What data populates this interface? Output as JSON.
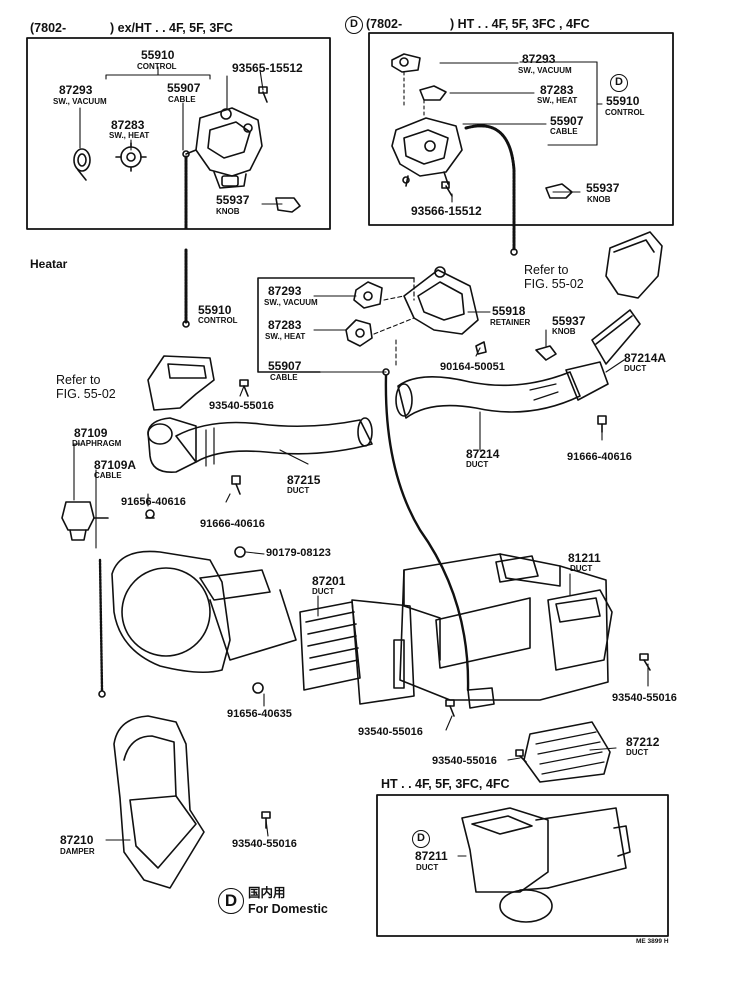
{
  "box_left": {
    "header_prefix": "(7802-",
    "header_suffix": ") ex/HT . . 4F, 5F, 3FC",
    "p55910_num": "55910",
    "p55910_sub": "CONTROL",
    "p93565": "93565-15512",
    "p87293_num": "87293",
    "p87293_sub": "SW., VACUUM",
    "p55907_num": "55907",
    "p55907_sub": "CABLE",
    "p87283_num": "87283",
    "p87283_sub": "SW., HEAT",
    "p55937_num": "55937",
    "p55937_sub": "KNOB"
  },
  "box_right": {
    "header_d": "D",
    "header_prefix": "(7802-",
    "header_suffix": ") HT . . 4F, 5F, 3FC , 4FC",
    "p87293_num": "87293",
    "p87293_sub": "SW., VACUUM",
    "p87283_num": "87283",
    "p87283_sub": "SW., HEAT",
    "d_mark": "D",
    "p55910_num": "55910",
    "p55910_sub": "CONTROL",
    "p55907_num": "55907",
    "p55907_sub": "CABLE",
    "p55937_num": "55937",
    "p55937_sub": "KNOB",
    "p93566": "93566-15512"
  },
  "heater": {
    "section_label": "Heatar",
    "ref_right": "Refer to\nFIG. 55-02",
    "ref_left": "Refer to\nFIG. 55-02",
    "p55910_num": "55910",
    "p55910_sub": "CONTROL",
    "p87293_num": "87293",
    "p87293_sub": "SW., VACUUM",
    "p87283_num": "87283",
    "p87283_sub": "SW., HEAT",
    "p55907_num": "55907",
    "p55907_sub": "CABLE",
    "p55918_num": "55918",
    "p55918_sub": "RETAINER",
    "p55937_num": "55937",
    "p55937_sub": "KNOB",
    "p90164": "90164-50051",
    "p87214a_num": "87214A",
    "p87214a_sub": "DUCT",
    "p93540_a": "93540-55016",
    "p87214_num": "87214",
    "p87214_sub": "DUCT",
    "p91666_a": "91666-40616",
    "p87109_num": "87109",
    "p87109_sub": "DIAPHRAGM",
    "p87109a_num": "87109A",
    "p87109a_sub": "CABLE",
    "p87215_num": "87215",
    "p87215_sub": "DUCT",
    "p91656_a": "91656-40616",
    "p91666_b": "91666-40616",
    "p90179": "90179-08123",
    "p81211_num": "81211",
    "p81211_sub": "DUCT",
    "p87201_num": "87201",
    "p87201_sub": "DUCT",
    "p93540_b": "93540-55016",
    "p91656_b": "91656-40635",
    "p93540_c": "93540-55016",
    "p93540_d": "93540-55016",
    "p87212_num": "87212",
    "p87212_sub": "DUCT",
    "p87210_num": "87210",
    "p87210_sub": "DAMPER",
    "p93540_e": "93540-55016"
  },
  "box_bottom": {
    "header": "HT . . 4F, 5F, 3FC, 4FC",
    "d_mark": "D",
    "p87211_num": "87211",
    "p87211_sub": "DUCT"
  },
  "legend": {
    "symbol": "D",
    "japanese": "国内用",
    "english": "For Domestic"
  },
  "footer_code": "ME 3899 H"
}
